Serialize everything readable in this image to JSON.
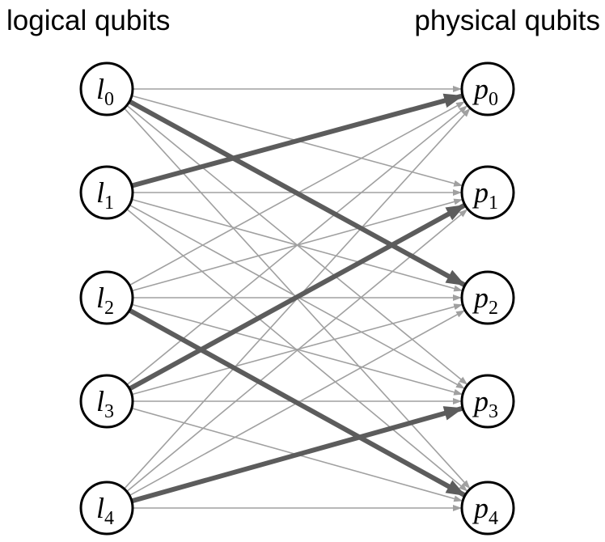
{
  "headings": {
    "left": "logical qubits",
    "right": "physical qubits"
  },
  "logical_qubits": [
    {
      "letter": "l",
      "index": "0"
    },
    {
      "letter": "l",
      "index": "1"
    },
    {
      "letter": "l",
      "index": "2"
    },
    {
      "letter": "l",
      "index": "3"
    },
    {
      "letter": "l",
      "index": "4"
    }
  ],
  "physical_qubits": [
    {
      "letter": "p",
      "index": "0"
    },
    {
      "letter": "p",
      "index": "1"
    },
    {
      "letter": "p",
      "index": "2"
    },
    {
      "letter": "p",
      "index": "3"
    },
    {
      "letter": "p",
      "index": "4"
    }
  ],
  "mapping": [
    [
      0,
      2
    ],
    [
      1,
      0
    ],
    [
      2,
      4
    ],
    [
      3,
      1
    ],
    [
      4,
      3
    ]
  ],
  "colors": {
    "thin_edge": "#a0a0a0",
    "thick_edge": "#5c5c5c",
    "node_stroke": "#000000",
    "node_fill": "#ffffff"
  }
}
